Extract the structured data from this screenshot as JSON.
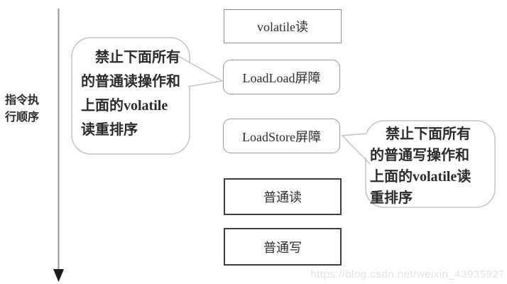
{
  "axis_label": {
    "text": "指令执\n行顺序"
  },
  "boxes": [
    {
      "id": "volatile-read",
      "label": "volatile读",
      "style": "plain"
    },
    {
      "id": "loadload-barrier",
      "label": "LoadLoad屏障",
      "style": "rounded"
    },
    {
      "id": "loadstore-barrier",
      "label": "LoadStore屏障",
      "style": "rounded"
    },
    {
      "id": "normal-read",
      "label": "普通读",
      "style": "bold"
    },
    {
      "id": "normal-write",
      "label": "普通写",
      "style": "bold"
    }
  ],
  "callouts": {
    "left": {
      "text": "禁止下面所有\n的普通读操作和\n上面的volatile\n读重排序"
    },
    "right": {
      "text": "禁止下面所有\n的普通写操作和\n上面的volatile读\n重排序"
    }
  },
  "watermark": {
    "text": "https://blog.csdn.net/weixin_43935927"
  },
  "colors": {
    "background": "#ffffff",
    "plain_box_border": "#8d8d8d",
    "rounded_box_border": "#9a9a9a",
    "bold_box_border": "#3e3e3e",
    "bubble_border": "#c4c4c4",
    "text": "#2b2b2b",
    "arrow_line": "#8f8f8f",
    "arrow_head": "#1c1c1c",
    "watermark": "#e3e3e3"
  }
}
